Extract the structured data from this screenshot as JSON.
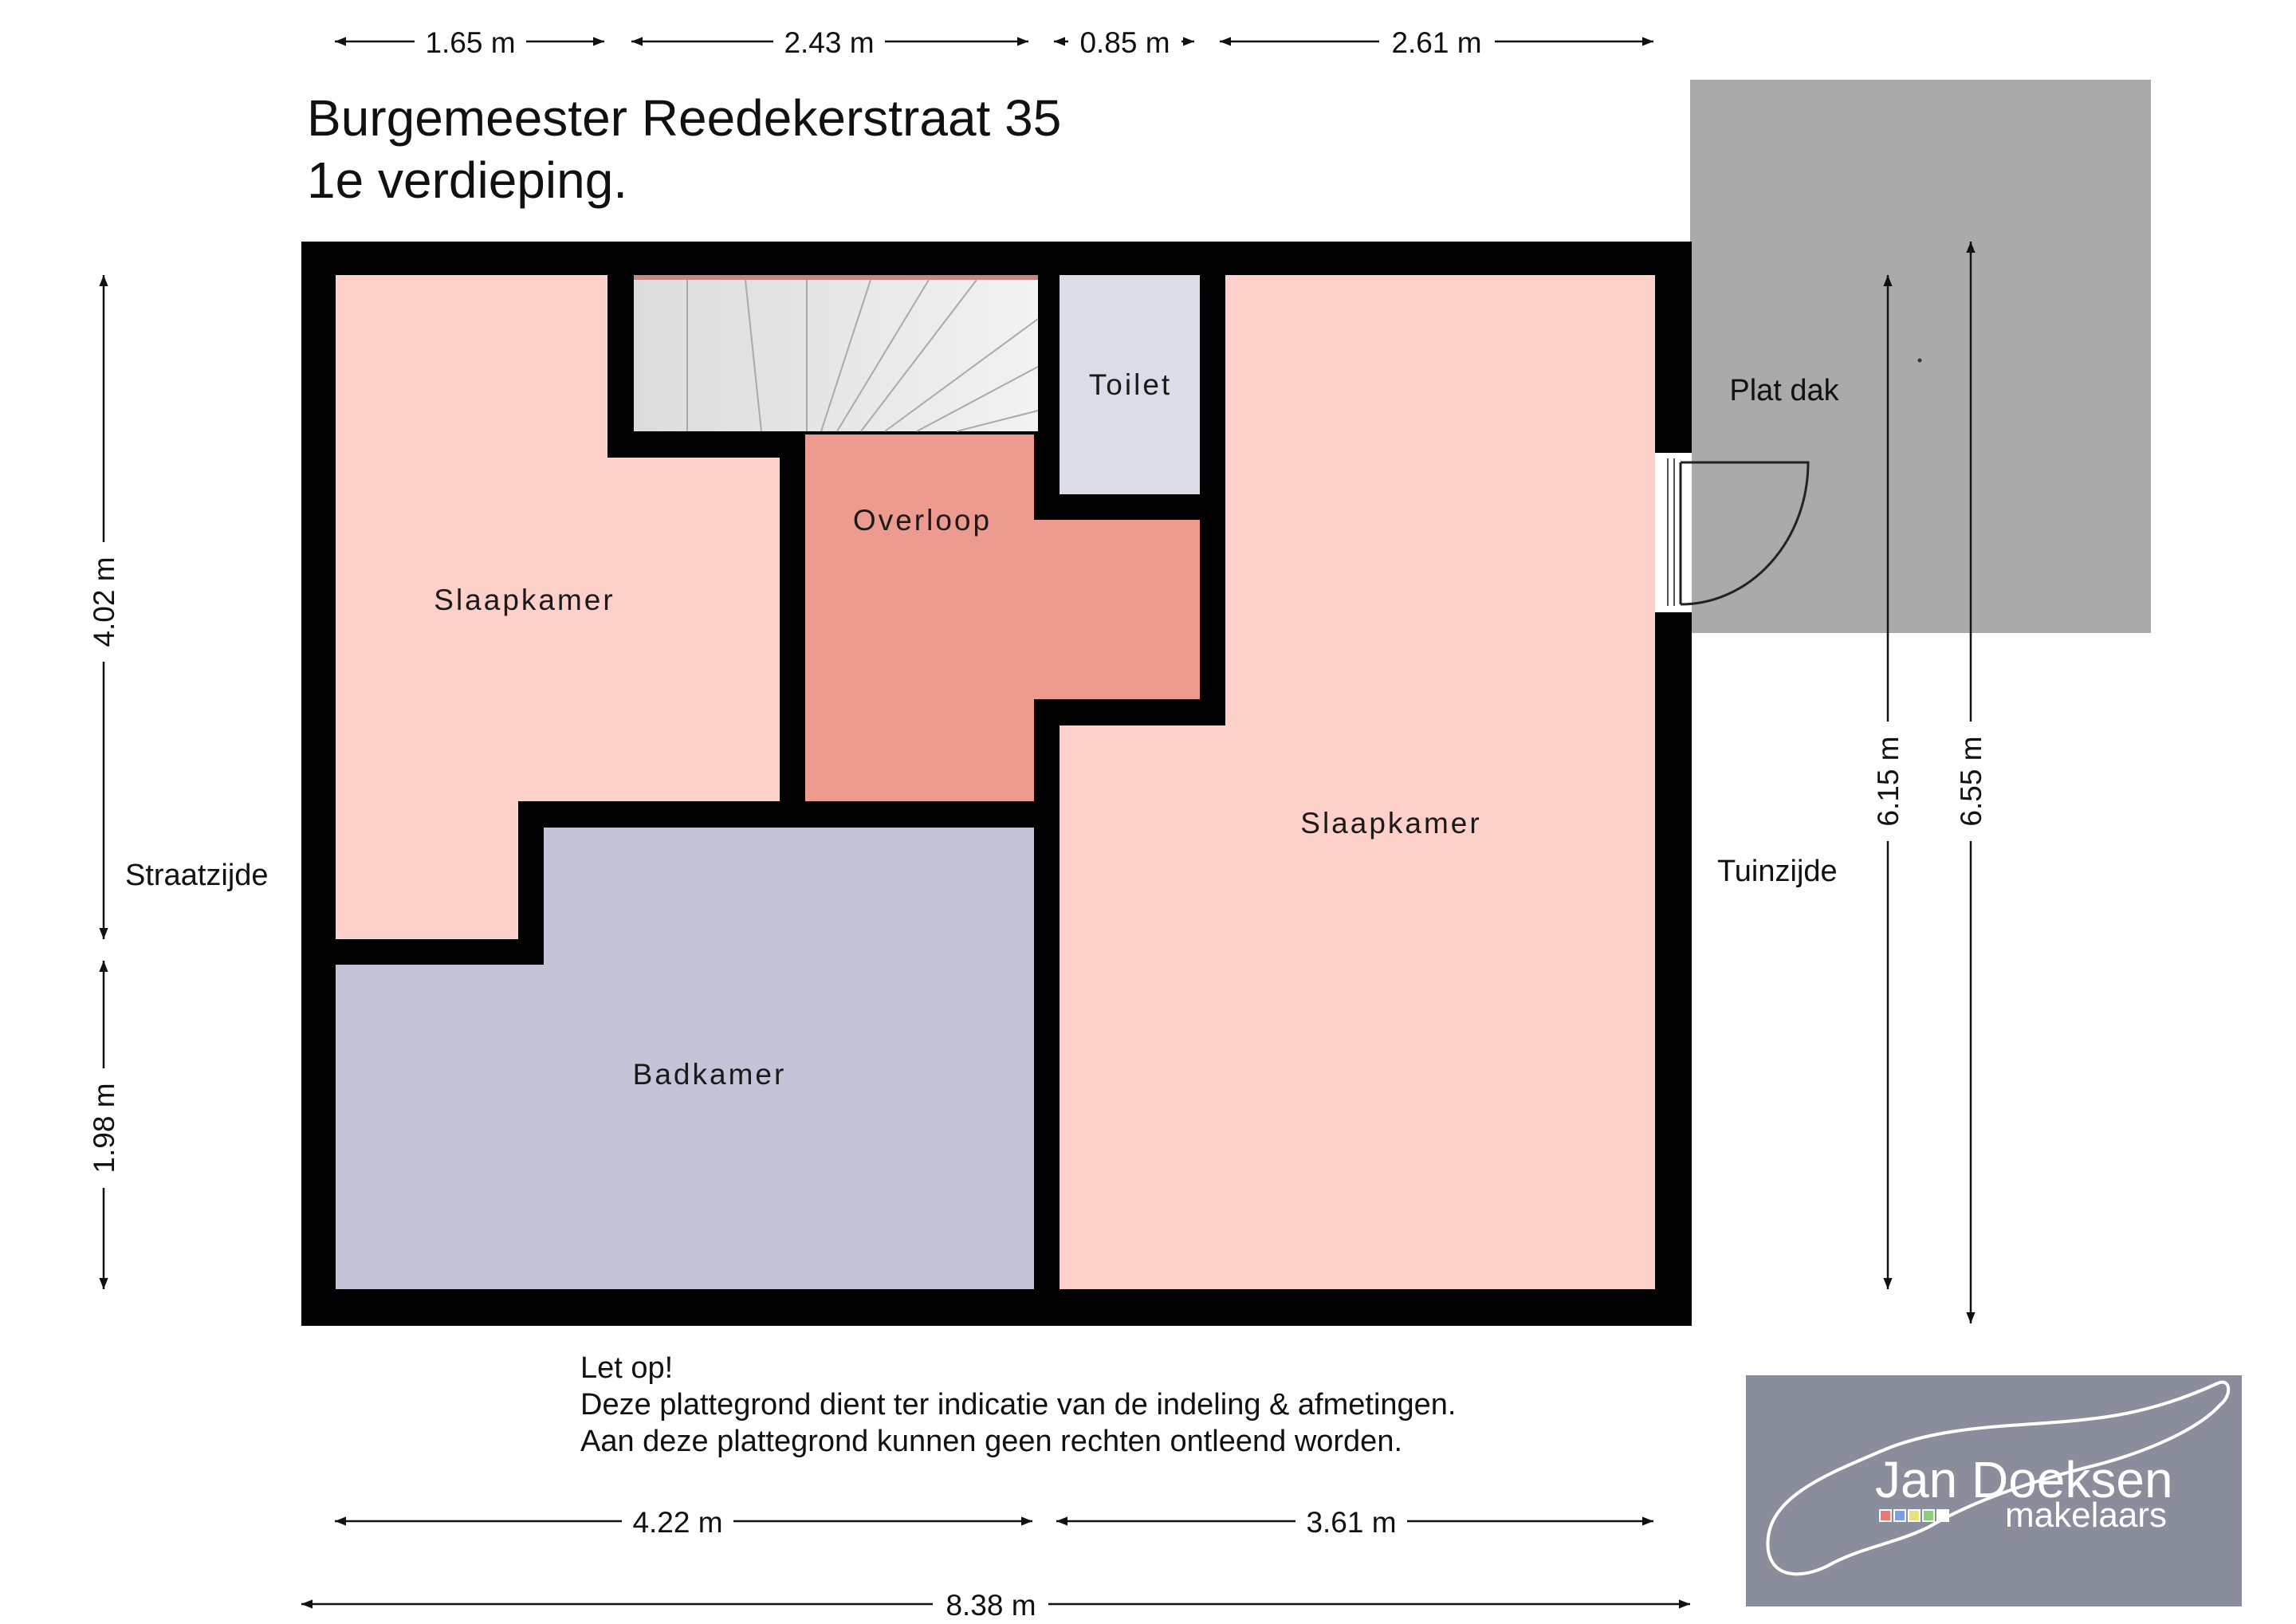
{
  "title": {
    "line1": "Burgemeester Reedekerstraat 35",
    "line2": "1e verdieping."
  },
  "rooms": {
    "slaapkamer_left": "Slaapkamer",
    "slaapkamer_right": "Slaapkamer",
    "overloop": "Overloop",
    "toilet": "Toilet",
    "badkamer": "Badkamer",
    "plat_dak": "Plat dak"
  },
  "sides": {
    "street": "Straatzijde",
    "garden": "Tuinzijde"
  },
  "dimensions": {
    "top": [
      "1.65 m",
      "2.43 m",
      "0.85 m",
      "2.61 m"
    ],
    "bottom_parts": [
      "4.22 m",
      "3.61 m"
    ],
    "bottom_total": "8.38 m",
    "left_upper": "4.02 m",
    "left_lower": "1.98 m",
    "right_inner": "6.15 m",
    "right_outer": "6.55 m"
  },
  "notice": {
    "line1": "Let op!",
    "line2": "Deze plattegrond dient ter indicatie van de indeling & afmetingen.",
    "line3": "Aan deze plattegrond kunnen geen rechten ontleend worden."
  },
  "logo": {
    "name": "Jan Doeksen",
    "sub": "makelaars"
  },
  "colors": {
    "wall": "#000000",
    "slaapkamer": "#fdd0ca",
    "overloop": "#ed9b8e",
    "badkamer": "#c3c4d8",
    "toilet": "#dcdce8",
    "plat_dak": "#aaaaaa",
    "logo_bg": "#8a8e9c"
  }
}
